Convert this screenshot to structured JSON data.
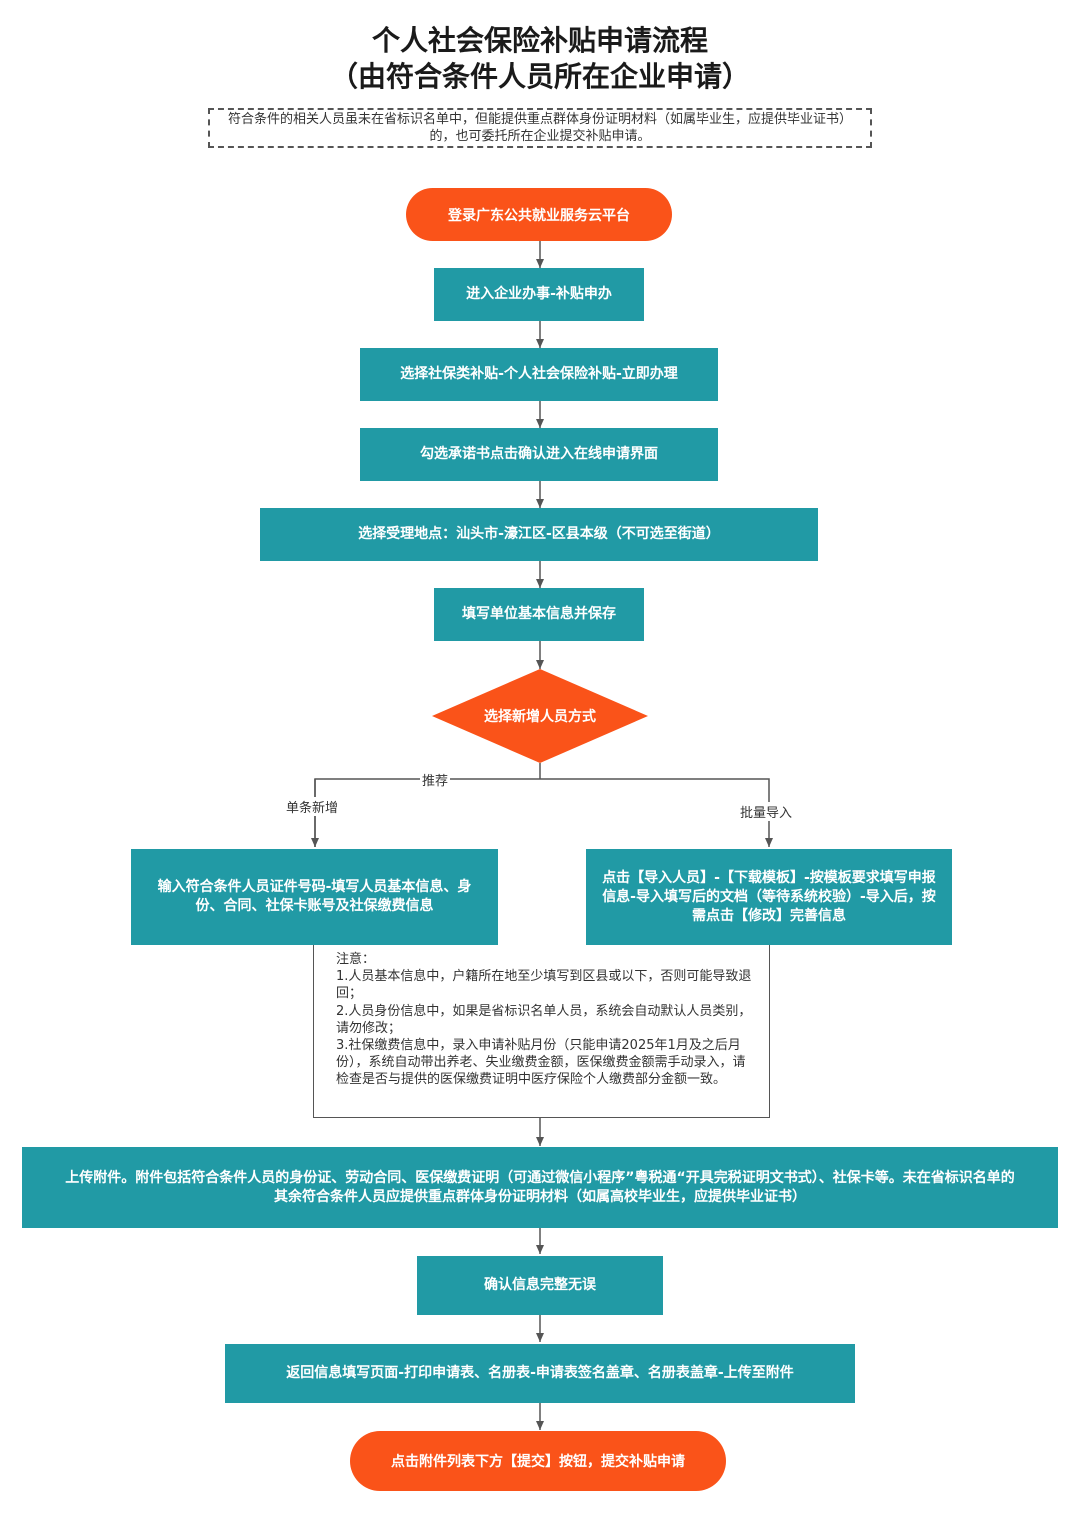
{
  "title": {
    "line1": "个人社会保险补贴申请流程",
    "line2": "（由符合条件人员所在企业申请）"
  },
  "intro_note": "符合条件的相关人员虽未在省标识名单中，但能提供重点群体身份证明材料（如属毕业生，应提供毕业证书）的，也可委托所在企业提交补贴申请。",
  "steps": {
    "login": "登录广东公共就业服务云平台",
    "enter": "进入企业办事-补贴申办",
    "select_type": "选择社保类补贴-个人社会保险补贴-立即办理",
    "confirm_commitment": "勾选承诺书点击确认进入在线申请界面",
    "select_location": "选择受理地点：汕头市-濠江区-区县本级（不可选至街道）",
    "fill_unit": "填写单位基本信息并保存",
    "decision": "选择新增人员方式",
    "single_input": "输入符合条件人员证件号码-填写人员基本信息、身份、合同、社保卡账号及社保缴费信息",
    "batch_import": "点击【导入人员】-【下载模板】-按模板要求填写申报信息-导入填写后的文档（等待系统校验）-导入后，按需点击【修改】完善信息",
    "upload": "上传附件。附件包括符合条件人员的身份证、劳动合同、医保缴费证明（可通过微信小程序”粤税通“开具完税证明文书式）、社保卡等。未在省标识名单的其余符合条件人员应提供重点群体身份证明材料（如属高校毕业生，应提供毕业证书）",
    "confirm_info": "确认信息完整无误",
    "return_print": "返回信息填写页面-打印申请表、名册表-申请表签名盖章、名册表盖章-上传至附件",
    "submit": "点击附件列表下方【提交】按钮，提交补贴申请"
  },
  "branch_labels": {
    "recommended": "推荐",
    "single": "单条新增",
    "batch": "批量导入"
  },
  "attention": {
    "heading": "注意：",
    "item1": "1.人员基本信息中，户籍所在地至少填写到区县或以下，否则可能导致退回；",
    "item2": "2.人员身份信息中，如果是省标识名单人员，系统会自动默认人员类别，请勿修改；",
    "item3": "3.社保缴费信息中，录入申请补贴月份（只能申请2025年1月及之后月份），系统自动带出养老、失业缴费金额，医保缴费金额需手动录入，请检查是否与提供的医保缴费证明中医疗保险个人缴费部分金额一致。"
  },
  "colors": {
    "teal": "#219aa5",
    "orange": "#fa5319",
    "line": "#555555"
  }
}
